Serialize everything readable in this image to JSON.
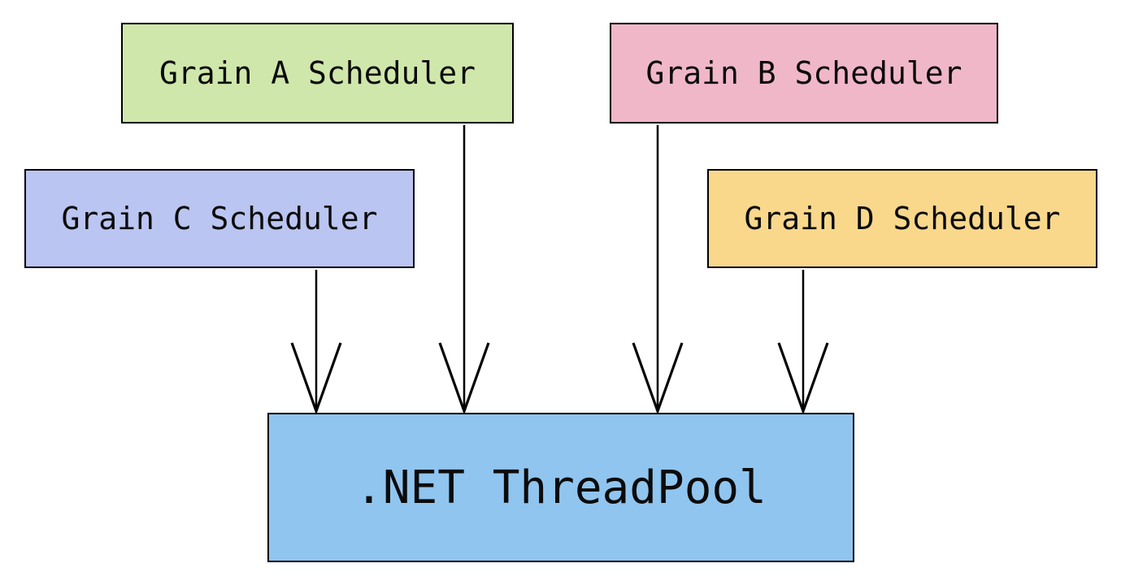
{
  "diagram": {
    "background": "#ffffff",
    "stroke_color": "#000000",
    "arrow_color": "#000000",
    "nodes": [
      {
        "id": "grain-a-scheduler",
        "label": "Grain A Scheduler",
        "fill": "#d0e7ab"
      },
      {
        "id": "grain-b-scheduler",
        "label": "Grain B Scheduler",
        "fill": "#f0b7c9"
      },
      {
        "id": "grain-c-scheduler",
        "label": "Grain C Scheduler",
        "fill": "#bac5f1"
      },
      {
        "id": "grain-d-scheduler",
        "label": "Grain D Scheduler",
        "fill": "#f9d88c"
      },
      {
        "id": "dotnet-threadpool",
        "label": ".NET ThreadPool",
        "fill": "#90c5ef"
      }
    ],
    "connections": [
      {
        "from": "Grain A Scheduler",
        "to": ".NET ThreadPool"
      },
      {
        "from": "Grain B Scheduler",
        "to": ".NET ThreadPool"
      },
      {
        "from": "Grain C Scheduler",
        "to": ".NET ThreadPool"
      },
      {
        "from": "Grain D Scheduler",
        "to": ".NET ThreadPool"
      }
    ]
  }
}
